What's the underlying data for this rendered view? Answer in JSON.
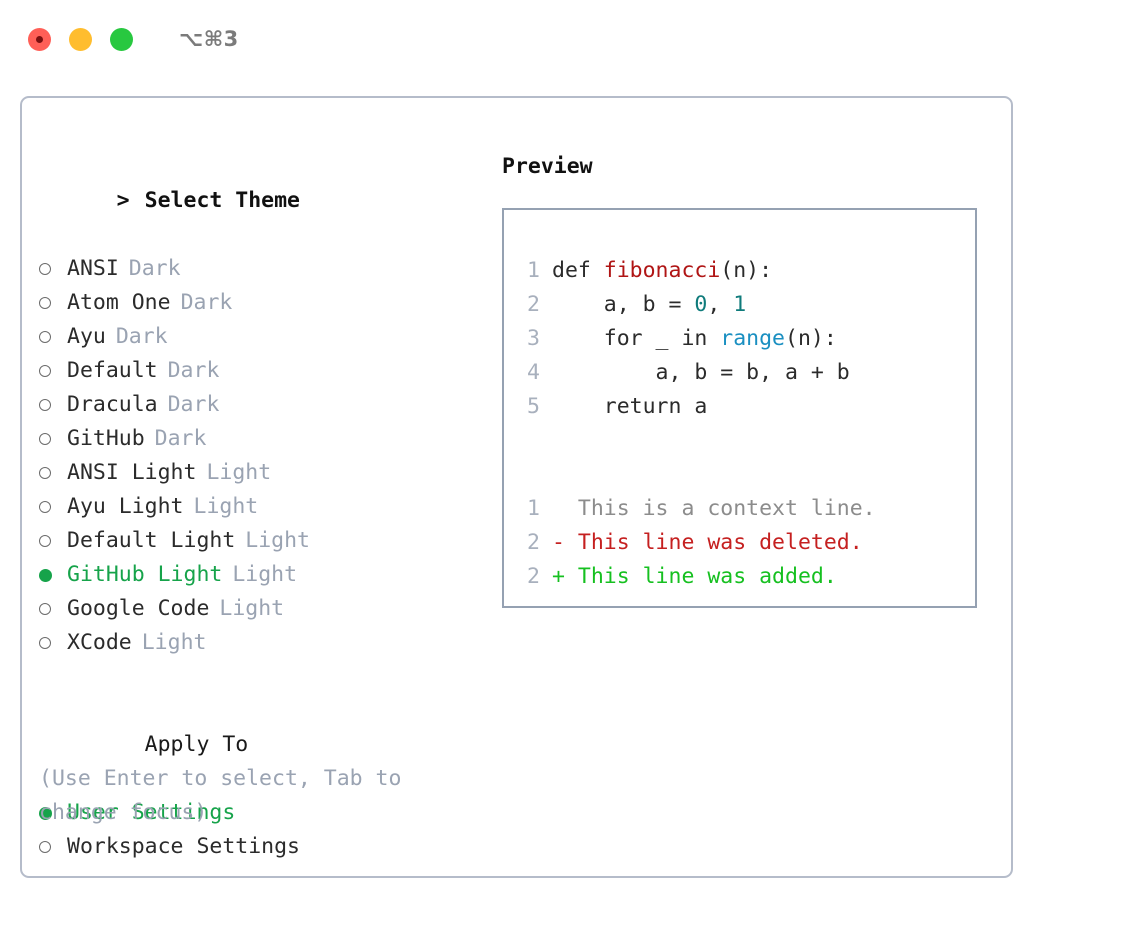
{
  "titlebar": {
    "shortcut": "⌥⌘3",
    "lights": [
      {
        "name": "close",
        "color": "#ff5f57"
      },
      {
        "name": "minimize",
        "color": "#ffbd2e"
      },
      {
        "name": "maximize",
        "color": "#28c840"
      }
    ]
  },
  "theme_section": {
    "marker": ">",
    "title": "Select Theme",
    "options": [
      {
        "label": "ANSI",
        "suffix": "Dark",
        "selected": false
      },
      {
        "label": "Atom One",
        "suffix": "Dark",
        "selected": false
      },
      {
        "label": "Ayu",
        "suffix": "Dark",
        "selected": false
      },
      {
        "label": "Default",
        "suffix": "Dark",
        "selected": false
      },
      {
        "label": "Dracula",
        "suffix": "Dark",
        "selected": false
      },
      {
        "label": "GitHub",
        "suffix": "Dark",
        "selected": false
      },
      {
        "label": "ANSI Light",
        "suffix": "Light",
        "selected": false
      },
      {
        "label": "Ayu Light",
        "suffix": "Light",
        "selected": false
      },
      {
        "label": "Default Light",
        "suffix": "Light",
        "selected": false
      },
      {
        "label": "GitHub Light",
        "suffix": "Light",
        "selected": true
      },
      {
        "label": "Google Code",
        "suffix": "Light",
        "selected": false
      },
      {
        "label": "XCode",
        "suffix": "Light",
        "selected": false
      }
    ]
  },
  "apply_section": {
    "title": "Apply To",
    "options": [
      {
        "label": "User Settings",
        "selected": true
      },
      {
        "label": "Workspace Settings",
        "selected": false
      }
    ]
  },
  "hint": "(Use Enter to select, Tab to change focus)",
  "preview": {
    "title": "Preview",
    "code_lines": [
      {
        "num": "1",
        "tokens": [
          {
            "text": "def ",
            "type": "plain"
          },
          {
            "text": "fibonacci",
            "type": "fn"
          },
          {
            "text": "(n):",
            "type": "plain"
          }
        ]
      },
      {
        "num": "2",
        "tokens": [
          {
            "text": "    a, b = ",
            "type": "plain"
          },
          {
            "text": "0",
            "type": "num"
          },
          {
            "text": ", ",
            "type": "plain"
          },
          {
            "text": "1",
            "type": "num"
          }
        ]
      },
      {
        "num": "3",
        "tokens": [
          {
            "text": "    for _ in ",
            "type": "plain"
          },
          {
            "text": "range",
            "type": "built"
          },
          {
            "text": "(n):",
            "type": "plain"
          }
        ]
      },
      {
        "num": "4",
        "tokens": [
          {
            "text": "        a, b = b, a + b",
            "type": "plain"
          }
        ]
      },
      {
        "num": "5",
        "tokens": [
          {
            "text": "    return a",
            "type": "plain"
          }
        ]
      }
    ],
    "diff_lines": [
      {
        "num": "1",
        "sign": " ",
        "text": "  This is a context line.",
        "kind": "ctx"
      },
      {
        "num": "2",
        "sign": "-",
        "text": "- This line was deleted.",
        "kind": "del"
      },
      {
        "num": "2",
        "sign": "+",
        "text": "+ This line was added.",
        "kind": "add"
      }
    ]
  },
  "colors": {
    "accent_green": "#16a34a",
    "diff_add": "#16c020",
    "diff_del": "#c52020",
    "function_red": "#b01515",
    "number_teal": "#0f7b7b",
    "builtin_blue": "#1a8fc1",
    "muted_gray": "#9aa3b2",
    "frame_border": "#b5bcca",
    "preview_border": "#95a1b2"
  }
}
